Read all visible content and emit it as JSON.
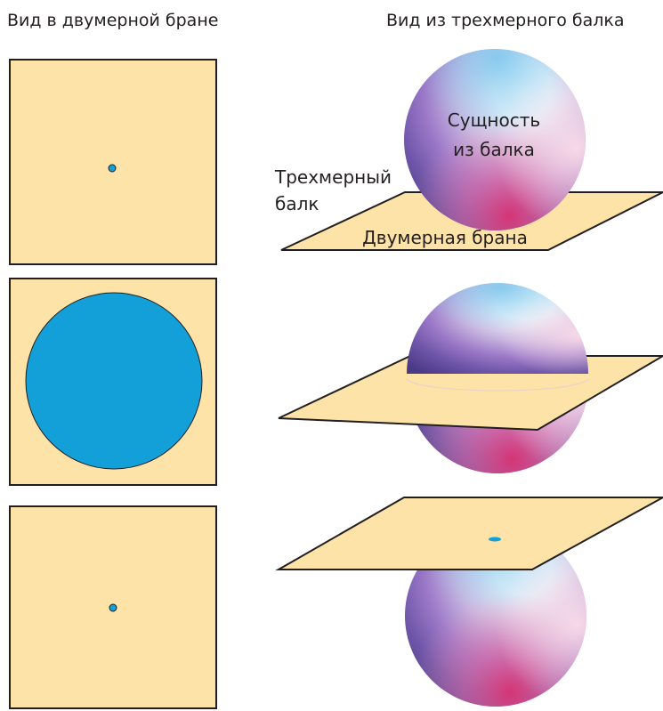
{
  "headers": {
    "left": "Вид в двумерной бране",
    "right": "Вид из трехмерного балка"
  },
  "labels": {
    "entity_line1": "Сущность",
    "entity_line2": "из балка",
    "bulk_line1": "Трехмерный",
    "bulk_line2": "балк",
    "brane": "Двумерная брана"
  },
  "colors": {
    "brane": "#fde3a7",
    "cross_section": "#139fd7",
    "outline": "#231f20"
  }
}
